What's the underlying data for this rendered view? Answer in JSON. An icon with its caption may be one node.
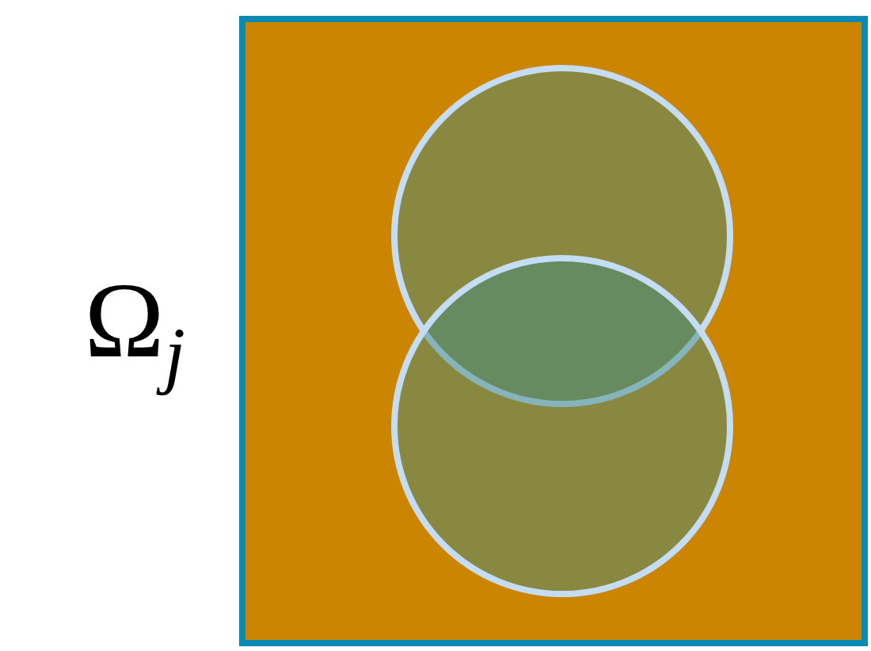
{
  "diagram": {
    "nodes": [
      {
        "text": [
          "Ω$_{j}$"
        ]
      },
      {
        "text": [],
        "shape": "circle",
        "in": 0
      },
      {
        "text": [],
        "shape": "circle",
        "in": 0
      }
    ],
    "edges": []
  }
}
